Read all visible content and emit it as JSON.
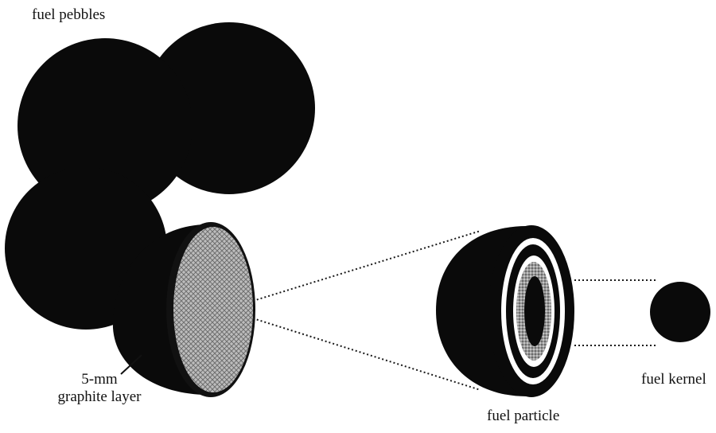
{
  "labels": {
    "fuel_pebbles": "fuel pebbles",
    "graphite_layer_line1": "5-mm",
    "graphite_layer_line2": "graphite layer",
    "fuel_particle": "fuel particle",
    "fuel_kernel": "fuel kernel"
  },
  "colors": {
    "background": "#ffffff",
    "sphere_fill": "#0a0a0a",
    "cross_section_fill": "#b8b8b8",
    "coating_white": "#ffffff",
    "dotted_line": "#1a1a1a"
  }
}
